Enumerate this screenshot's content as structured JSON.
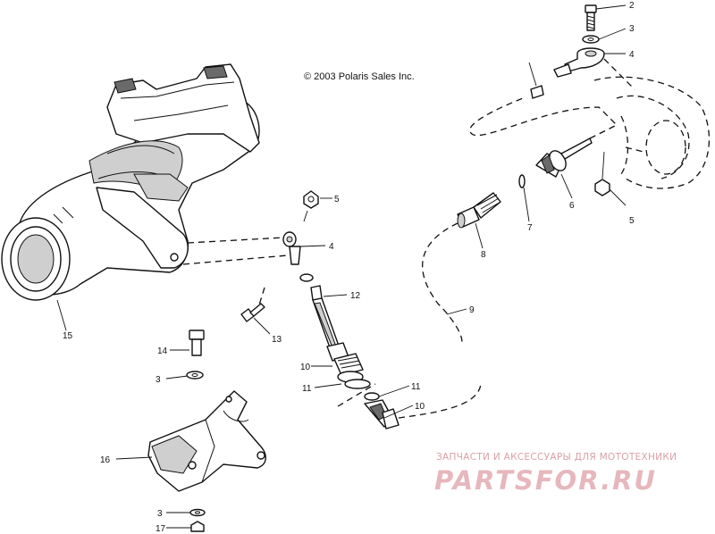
{
  "copyright": "© 2003 Polaris Sales Inc.",
  "watermark": {
    "tagline": "ЗАПЧАСТИ И АКСЕССУАРЫ ДЛЯ МОТОТЕХНИКИ",
    "brand": "PARTSFOR.RU"
  },
  "callouts": [
    "2",
    "3",
    "4",
    "4",
    "5",
    "5",
    "6",
    "7",
    "8",
    "9",
    "10",
    "10",
    "11",
    "11",
    "12",
    "13",
    "14",
    "3",
    "15",
    "16",
    "3",
    "17"
  ]
}
